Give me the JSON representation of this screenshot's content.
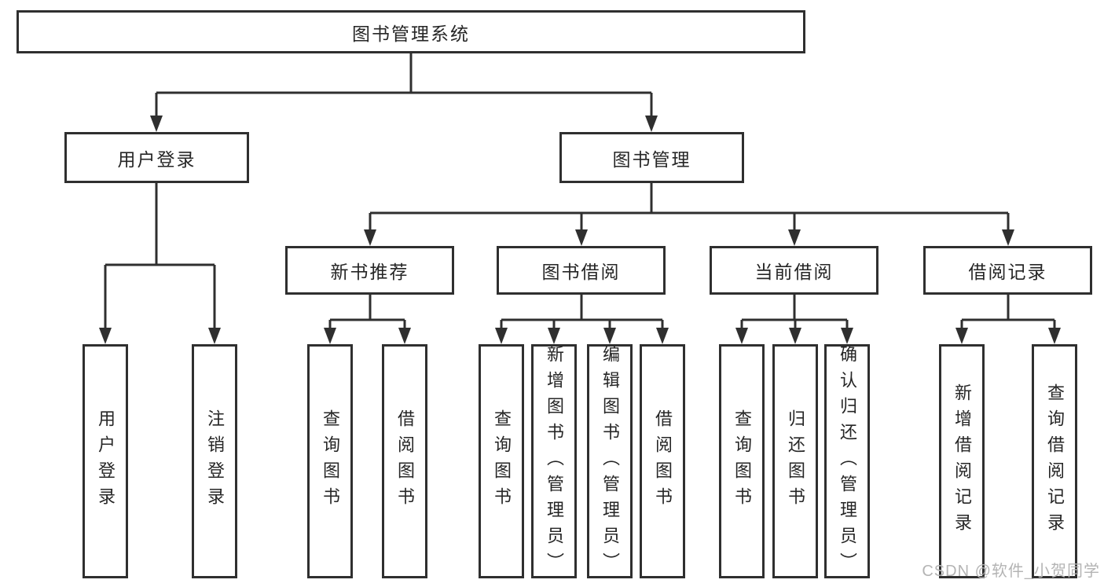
{
  "diagram": {
    "root": {
      "label": "图书管理系统"
    },
    "level2": {
      "user_login": {
        "label": "用户登录"
      },
      "book_management": {
        "label": "图书管理"
      }
    },
    "level3": {
      "new_book_recommend": {
        "label": "新书推荐"
      },
      "book_borrowing": {
        "label": "图书借阅"
      },
      "current_borrowing": {
        "label": "当前借阅"
      },
      "borrowing_records": {
        "label": "借阅记录"
      }
    },
    "leaves": {
      "user": [
        "用户登录",
        "注销登录"
      ],
      "recommend": [
        "查询图书",
        "借阅图书"
      ],
      "borrow": [
        "查询图书",
        "新增图书（管理员）",
        "编辑图书（管理员）",
        "借阅图书"
      ],
      "current": [
        "查询图书",
        "归还图书",
        "确认归还（管理员）"
      ],
      "records": [
        "新增借阅记录",
        "查询借阅记录"
      ]
    }
  },
  "watermark": "CSDN @软件_小贺同学",
  "colors": {
    "line": "#2f2f2f",
    "box_border": "#2f2f2f",
    "text": "#262626",
    "watermark": "#b4b4b4",
    "background": "#ffffff"
  }
}
